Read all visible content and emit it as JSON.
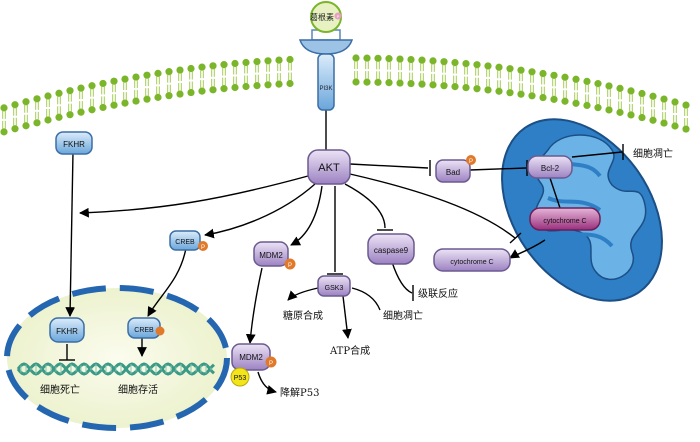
{
  "ligand": {
    "label": "葛根素",
    "p_badge": "P"
  },
  "receptor": {
    "label": "PI3K"
  },
  "hub": {
    "label": "AKT"
  },
  "nodes": {
    "fkhr_top": "FKHR",
    "fkhr_nucleus": "FKHR",
    "creb_top": "CREB",
    "creb_nucleus": "CREB",
    "mdm2_top": "MDM2",
    "mdm2_bottom": "MDM2",
    "p53": "P53",
    "gsk3": "GSK3",
    "caspase9": "caspase9",
    "bad": "Bad",
    "bcl2": "Bcl-2",
    "cytc_mito": "cytochrome C",
    "cytc_cyto": "cytochrome C"
  },
  "phospho_badge": "P",
  "labels": {
    "apoptosis_right": "细胞凋亡",
    "cascade": "级联反应",
    "glycogen": "糖原合成",
    "apoptosis_gsk": "细胞凋亡",
    "atp": "ATP合成",
    "degrade_p53": "降解P53",
    "cell_death": "细胞死亡",
    "cell_survival": "细胞存活"
  },
  "colors": {
    "membrane_head": "#7ab52a",
    "membrane_tail": "#a7cc55",
    "node_fill": "#9cc3e6",
    "node_purple": "#b9a3d3",
    "phospho": "#e07a2a",
    "p53_fill": "#f3e51a",
    "mito_outer": "#2f7fc6",
    "mito_inner": "#5aa5df",
    "cytc_inner": "#a6438f",
    "nucleus_fill": "#f4f6d8",
    "nucleus_border": "#2466b0",
    "dna": "#3a9a86"
  }
}
